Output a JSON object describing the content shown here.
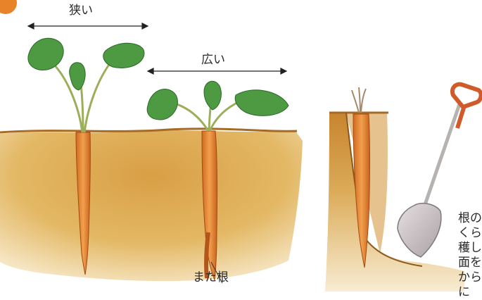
{
  "labels": {
    "narrow": "狭い",
    "wide": "広い",
    "forked_root": "また根"
  },
  "side_text_lines": [
    "根の",
    "くら",
    "穫し",
    "面を",
    "から",
    "に"
  ],
  "illustration": {
    "panel_left": "carrots-spacing",
    "panel_right": "carrot-harvest-with-shovel"
  },
  "colors": {
    "soil": "#d8a24a",
    "soil_dark": "#b9792a",
    "carrot": "#e88a3a",
    "leaf": "#3f8f3a",
    "shovel_handle": "#d05a2a",
    "shovel_blade": "#c9c2c4"
  }
}
